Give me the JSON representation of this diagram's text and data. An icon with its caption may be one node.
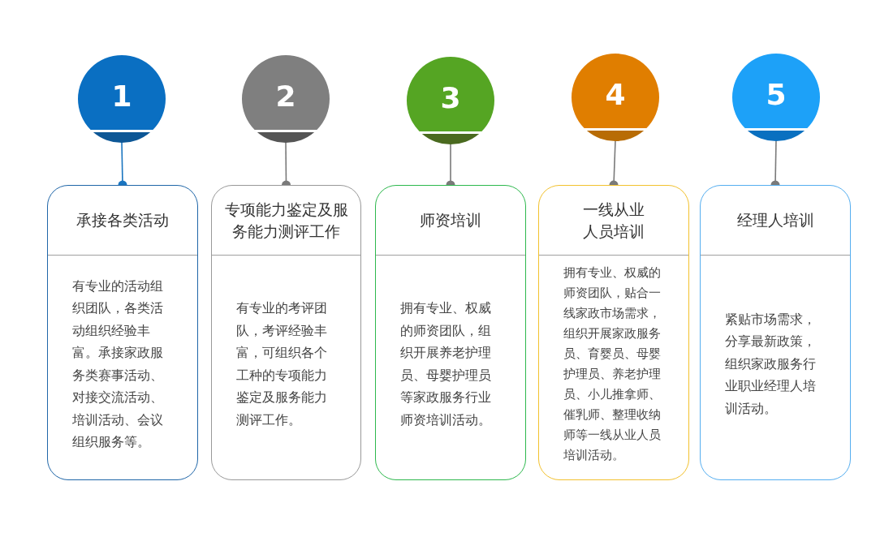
{
  "diagram": {
    "nodes": [
      {
        "text": [
          "1"
        ]
      },
      {
        "text": [
          "2"
        ]
      },
      {
        "text": [
          "3"
        ]
      },
      {
        "text": [
          "4"
        ]
      },
      {
        "text": [
          "5"
        ]
      },
      {
        "text": [
          "承接各类活动",
          "有专业的活动组织团队，各类活动组织经验丰富。承接家政服务类赛事活动、对接交流活动、培训活动、会议组织服务等。"
        ]
      },
      {
        "text": [
          "专项能力鉴定及服务能力测评工作",
          "有专业的考评团队，考评经验丰富，可组织各个工种的专项能力鉴定及服务能力测评工作。"
        ]
      },
      {
        "text": [
          "师资培训",
          "拥有专业、权威的师资团队，组织开展养老护理员、母婴护理员等家政服务行业师资培训活动。"
        ]
      },
      {
        "text": [
          "一线从业人员培训",
          "拥有专业、权威的师资团队，贴合一线家政市场需求，组织开展家政服务员、育婴员、母婴护理员、养老护理员、小儿推拿师、催乳师、整理收纳师等一线从业人员培训活动。"
        ]
      },
      {
        "text": [
          "经理人培训",
          "紧贴市场需求，分享最新政策，组织家政服务行业职业经理人培训活动。"
        ]
      }
    ],
    "edges": [
      {
        "from": 0,
        "to": 5,
        "arrow": "other",
        "color": "#1a75c0"
      },
      {
        "from": 1,
        "to": 6,
        "arrow": "other"
      },
      {
        "from": 2,
        "to": 7,
        "arrow": "other"
      },
      {
        "from": 3,
        "to": 8,
        "arrow": "other"
      },
      {
        "from": 4,
        "to": 9,
        "arrow": "other"
      }
    ]
  }
}
